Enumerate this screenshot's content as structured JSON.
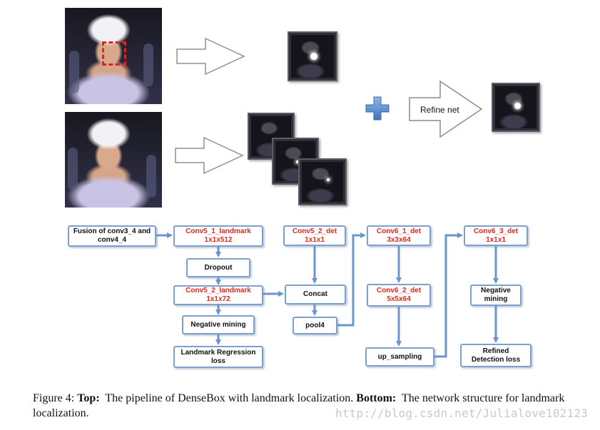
{
  "top": {
    "refine_label": "Refine net"
  },
  "diagram": {
    "fusion": "Fusion of conv3_4 and conv4_4",
    "conv5_1_landmark": {
      "name": "Conv5_1_landmark",
      "dim": "1x1x512"
    },
    "dropout": "Dropout",
    "conv5_2_landmark": {
      "name": "Conv5_2_landmark",
      "dim": "1x1x72"
    },
    "negative_mining_left": "Negative mining",
    "landmark_loss": [
      "Landmark Regression",
      "loss"
    ],
    "conv5_2_det": {
      "name": "Conv5_2_det",
      "dim": "1x1x1"
    },
    "concat": "Concat",
    "pool4": "pool4",
    "conv6_1_det": {
      "name": "Conv6_1_det",
      "dim": "3x3x64"
    },
    "conv6_2_det": {
      "name": "Conv6_2_det",
      "dim": "5x5x64"
    },
    "up_sampling": "up_sampling",
    "conv6_3_det": {
      "name": "Conv6_3_det",
      "dim": "1x1x1"
    },
    "negative_mining_right": [
      "Negative",
      "mining"
    ],
    "refined_loss": [
      "Refined",
      "Detection loss"
    ]
  },
  "caption": {
    "prefix": "Figure 4: ",
    "top_label": "Top:",
    "top_text": "  The pipeline of DenseBox with landmark localization. ",
    "bottom_label": "Bottom:",
    "bottom_text": "  The network structure for landmark localization."
  },
  "watermark": "http://blog.csdn.net/Julialove102123",
  "colors": {
    "box_border": "#7da1cf",
    "arrow": "#6b95cb",
    "red_text": "#e3281e",
    "plus": "#5b8fd0"
  }
}
